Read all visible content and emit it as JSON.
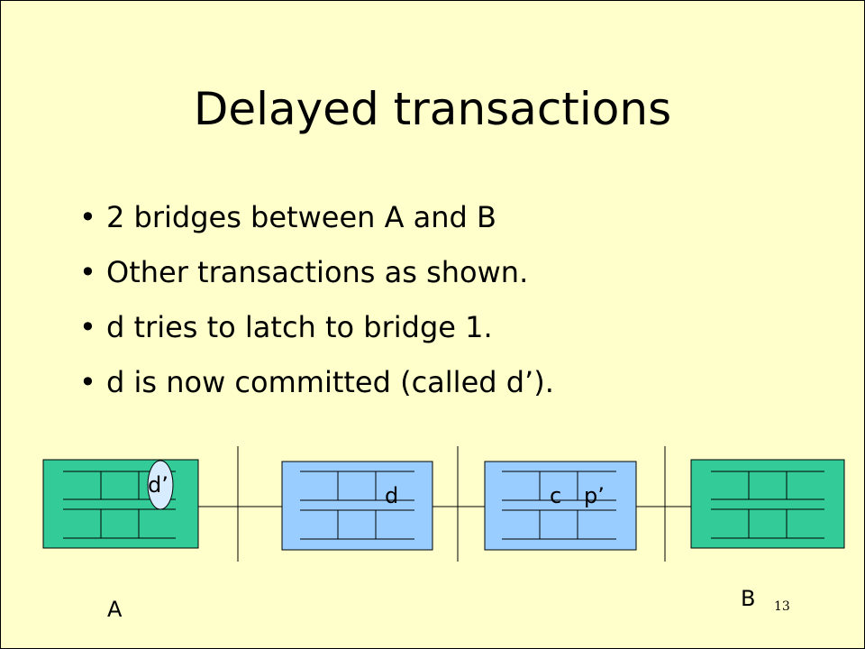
{
  "slide": {
    "title": "Delayed transactions",
    "bullets": [
      "2 bridges between A and B",
      "Other transactions as shown.",
      "d tries to latch to bridge 1.",
      "d is now committed (called d’)."
    ],
    "bullet_glyph": "•",
    "page_number": "13"
  },
  "diagram": {
    "endpoint_a": "A",
    "endpoint_b": "B",
    "tokens": {
      "d_committed": "d’",
      "d": "d",
      "c": "c",
      "p": "p’"
    },
    "colors": {
      "endpoint_fill": "#33cc99",
      "bridge_fill": "#99ccff",
      "token_fill": "#d7ecff",
      "background": "#ffffcc"
    }
  }
}
